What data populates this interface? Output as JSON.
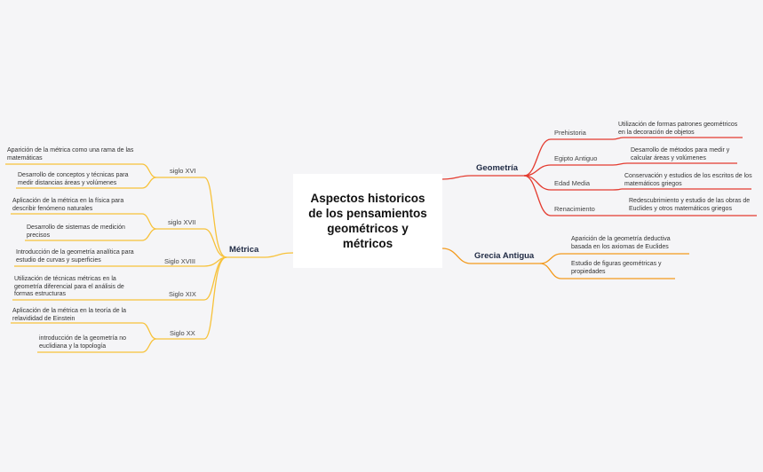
{
  "root": {
    "title": "Aspectos historicos de los pensamientos geométricos y métricos"
  },
  "colors": {
    "yellow": "#f7c23a",
    "red": "#e43b2f",
    "orange": "#f39a1c"
  },
  "metrica": {
    "label": "Métrica",
    "centuries": [
      {
        "label": "siglo XVI",
        "leaves": [
          "Aparición de la métrica como una rama de las matemáticas",
          "Desarrollo de conceptos y técnicas para medir distancias áreas y volúmenes"
        ]
      },
      {
        "label": "siglo XVII",
        "leaves": [
          "Aplicación de la métrica en la física para describir fenómeno naturales",
          "Desarrollo de sistemas de medición precisos"
        ]
      },
      {
        "label": "Siglo XVIII",
        "leaves": [
          "Introducción de la geometría analítica para estudio de curvas y superficies"
        ]
      },
      {
        "label": "Siglo XIX",
        "leaves": [
          "Utilización de técnicas métricas en la geometría diferencial para el análisis de formas estructuras"
        ]
      },
      {
        "label": "Siglo XX",
        "leaves": [
          "Aplicación de la métrica en la teoría de la relavididad de Einstein",
          "introducción de la geometría no euclidiana y la topología"
        ]
      }
    ]
  },
  "geometria": {
    "label": "Geometría",
    "periods": [
      {
        "label": "Prehistoria",
        "leaf": "Utilización de formas patrones geométricos en la decoración de objetos"
      },
      {
        "label": "Egipto Antiguo",
        "leaf": "Desarrollo de métodos para medir y calcular áreas y volúmenes"
      },
      {
        "label": "Edad Media",
        "leaf": "Conservación y estudios de los escritos de los matemáticos griegos"
      },
      {
        "label": "Renacimiento",
        "leaf": "Redescubrimiento y estudio de las  obras de Euclides y otros matemáticos griegos"
      }
    ]
  },
  "grecia": {
    "label": "Grecia Antigua",
    "leaves": [
      "Aparición de la geometría deductiva basada en los axiomas de Euclides",
      "Estudio de figuras geométricas y propiedades"
    ]
  }
}
